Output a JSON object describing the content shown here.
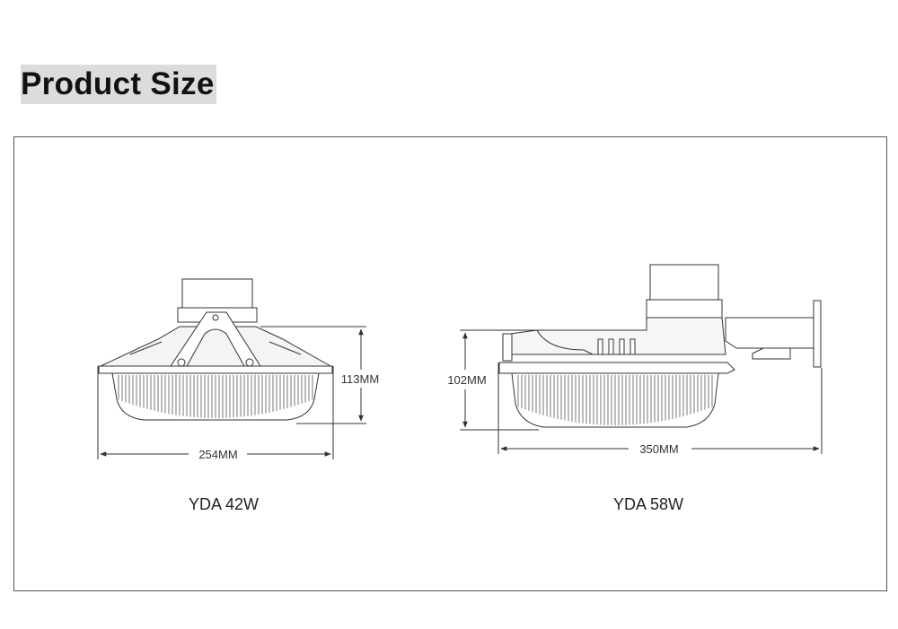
{
  "header": {
    "title": "Product Size"
  },
  "products": [
    {
      "model": "YDA 42W",
      "width_label": "254MM",
      "height_label": "113MM"
    },
    {
      "model": "YDA 58W",
      "width_label": "350MM",
      "height_label": "102MM"
    }
  ],
  "colors": {
    "line": "#333333",
    "heading_bg": "#dcdcdc",
    "frame": "#555555"
  }
}
